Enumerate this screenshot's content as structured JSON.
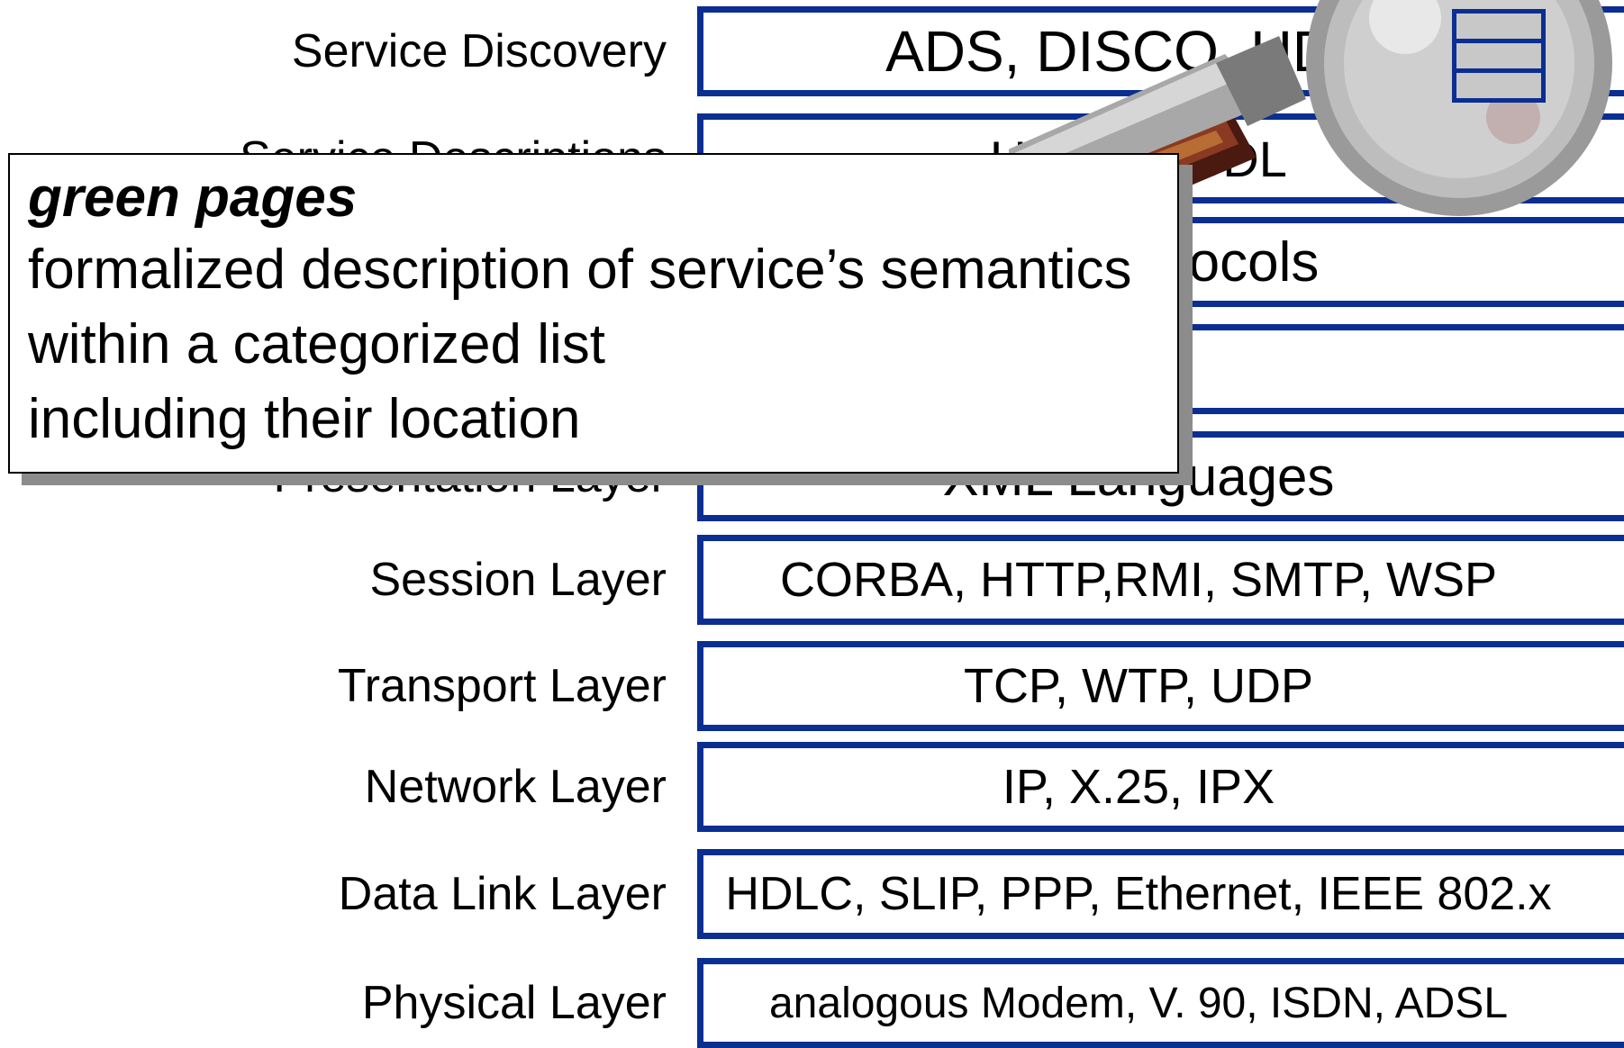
{
  "layers": [
    {
      "name": "Service Discovery",
      "protocols": "ADS, DISCO, UDDI"
    },
    {
      "name": "Service Descriptions",
      "protocols": "UDDI, WSDL"
    },
    {
      "name": "",
      "protocols": "XML Protocols"
    },
    {
      "name": "",
      "protocols": ""
    },
    {
      "name": "Presentation Layer",
      "protocols": "XML Languages"
    },
    {
      "name": "Session Layer",
      "protocols": "CORBA, HTTP,RMI, SMTP, WSP"
    },
    {
      "name": "Transport Layer",
      "protocols": "TCP, WTP, UDP"
    },
    {
      "name": "Network Layer",
      "protocols": "IP, X.25, IPX"
    },
    {
      "name": "Data Link Layer",
      "protocols": "HDLC, SLIP, PPP, Ethernet, IEEE 802.x"
    },
    {
      "name": "Physical Layer",
      "protocols": "analogous Modem, V. 90, ISDN, ADSL"
    }
  ],
  "popup": {
    "title": "green pages",
    "lines": [
      "formalized description of service’s semantics",
      "within a categorized list",
      "including their location"
    ]
  },
  "colors": {
    "box_border": "#0a2e91",
    "popup_shadow": "#8c8c8c"
  },
  "icons": {
    "magnifier": "magnifying-glass-icon",
    "list": "list-icon"
  }
}
